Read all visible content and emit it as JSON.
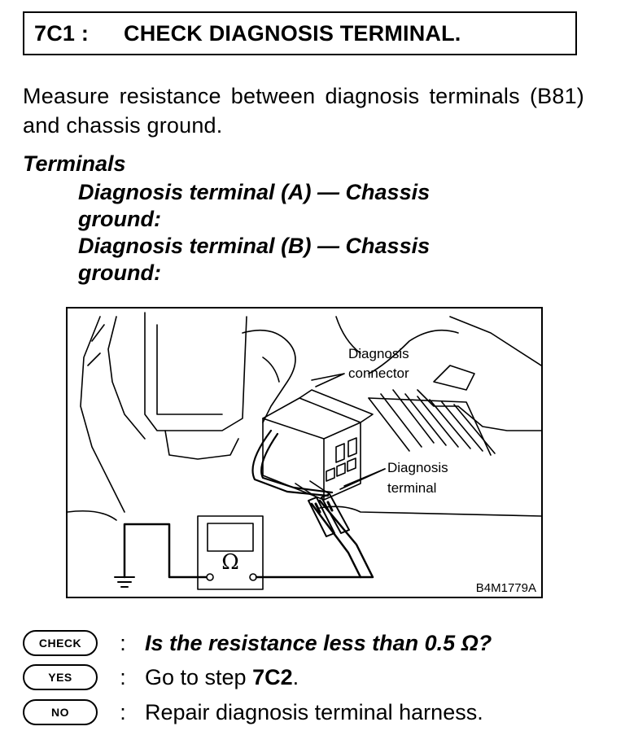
{
  "step": {
    "number": "7C1 :",
    "title": "CHECK DIAGNOSIS TERMINAL."
  },
  "intro": "Measure resistance between diagnosis terminals (B81) and chassis ground.",
  "terminals": {
    "heading": "Terminals",
    "line1a": "Diagnosis terminal (A) — Chassis",
    "line1b": "ground:",
    "line2a": "Diagnosis terminal (B) — Chassis",
    "line2b": "ground:"
  },
  "figure": {
    "label_connector_1": "Diagnosis",
    "label_connector_2": "connector",
    "label_terminal_1": "Diagnosis",
    "label_terminal_2": "terminal",
    "meter_symbol": "Ω",
    "code": "B4M1779A"
  },
  "check": {
    "badge": "CHECK",
    "colon": ":",
    "question": "Is the resistance less than 0.5 Ω?"
  },
  "yes": {
    "badge": "YES",
    "colon": ":",
    "text_prefix": "Go to step ",
    "step_ref": "7C2",
    "text_suffix": "."
  },
  "no": {
    "badge": "NO",
    "colon": ":",
    "text": "Repair diagnosis terminal harness."
  }
}
